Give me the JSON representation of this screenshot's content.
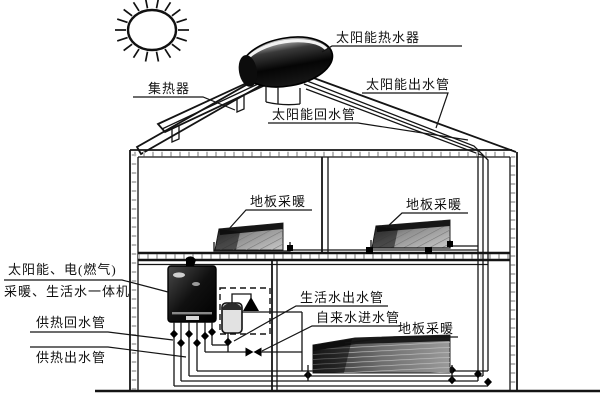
{
  "diagram": {
    "labels": {
      "solar_water_heater": "太阳能热水器",
      "collector": "集热器",
      "solar_outlet_pipe": "太阳能出水管",
      "solar_return_pipe": "太阳能回水管",
      "floor_heating_upper_left": "地板采暖",
      "floor_heating_upper_right": "地板采暖",
      "floor_heating_ground": "地板采暖",
      "combi_unit_line1": "太阳能、电(燃气)",
      "combi_unit_line2": "采暖、生活水一体机",
      "heating_return_pipe": "供热回水管",
      "heating_supply_pipe": "供热出水管",
      "domestic_water_outlet_pipe": "生活水出水管",
      "tap_water_inlet_pipe": "自来水进水管"
    },
    "colors": {
      "line": "#141414",
      "background": "#ffffff"
    }
  }
}
